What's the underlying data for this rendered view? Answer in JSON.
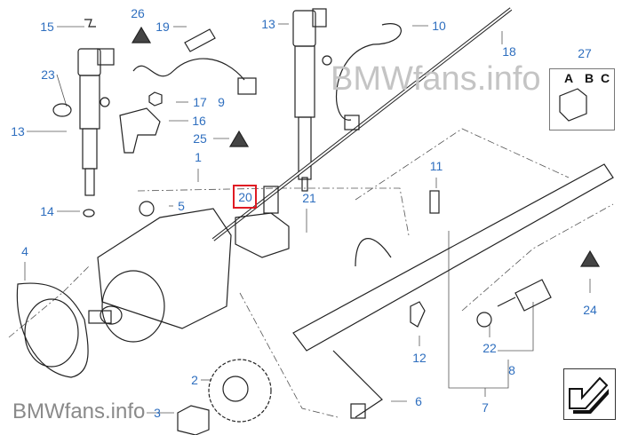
{
  "watermark_top": "BMWfans.info",
  "watermark_bottom": "BMWfans.info",
  "highlight_color": "#e01b24",
  "label_color": "#2f6fbf",
  "labels": {
    "l15": "15",
    "l26": "26",
    "l19": "19",
    "l13a": "13",
    "l10": "10",
    "l18": "18",
    "l27": "27",
    "l23": "23",
    "l17": "17",
    "l9": "9",
    "l16": "16",
    "l25": "25",
    "l13b": "13",
    "l1": "1",
    "l11": "11",
    "l20": "20",
    "l21": "21",
    "l5": "5",
    "l14": "14",
    "l4": "4",
    "l24": "24",
    "l22": "22",
    "l12": "12",
    "l8": "8",
    "l2": "2",
    "l6": "6",
    "l7": "7",
    "l3": "3"
  },
  "variants": {
    "a": "A",
    "b": "B",
    "c": "C"
  }
}
